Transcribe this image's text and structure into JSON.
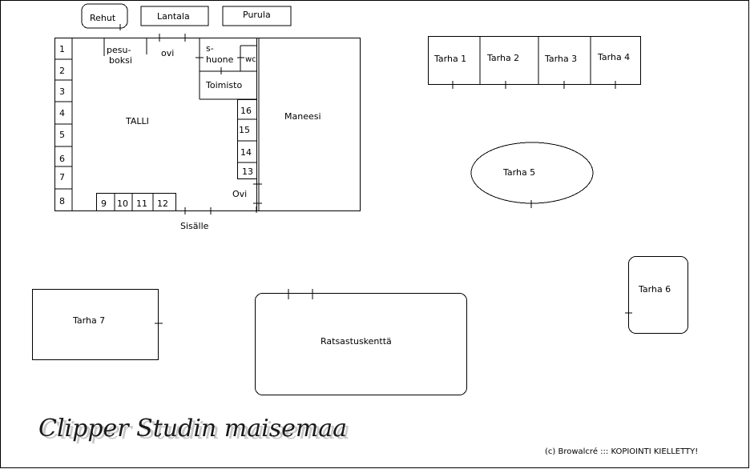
{
  "top_boxes": {
    "rehut": "Rehut",
    "lantala": "Lantala",
    "purula": "Purula"
  },
  "stable": {
    "title": "TALLI",
    "wash_box": [
      "pesu-",
      "boksi"
    ],
    "door_top": "ovi",
    "shower_room": [
      "s-",
      "huone"
    ],
    "wc": "wc",
    "office": "Toimisto",
    "door_right": "Ovi",
    "entrance": "Sisälle",
    "stalls_left": [
      "1",
      "2",
      "3",
      "4",
      "5",
      "6",
      "7",
      "8"
    ],
    "stalls_bottom": [
      "9",
      "10",
      "11",
      "12"
    ],
    "stalls_right": [
      "16",
      "15",
      "14",
      "13"
    ]
  },
  "arena_indoor": "Maneesi",
  "paddocks": {
    "tarha1": "Tarha 1",
    "tarha2": "Tarha 2",
    "tarha3": "Tarha 3",
    "tarha4": "Tarha 4",
    "tarha5": "Tarha 5",
    "tarha6": "Tarha 6",
    "tarha7": "Tarha 7"
  },
  "riding_field": "Ratsastuskenttä",
  "studio_title": "Clipper Studin maisemaa",
  "copyright": "(c) Browalcré ::: KOPIOINTI KIELLETTY!"
}
